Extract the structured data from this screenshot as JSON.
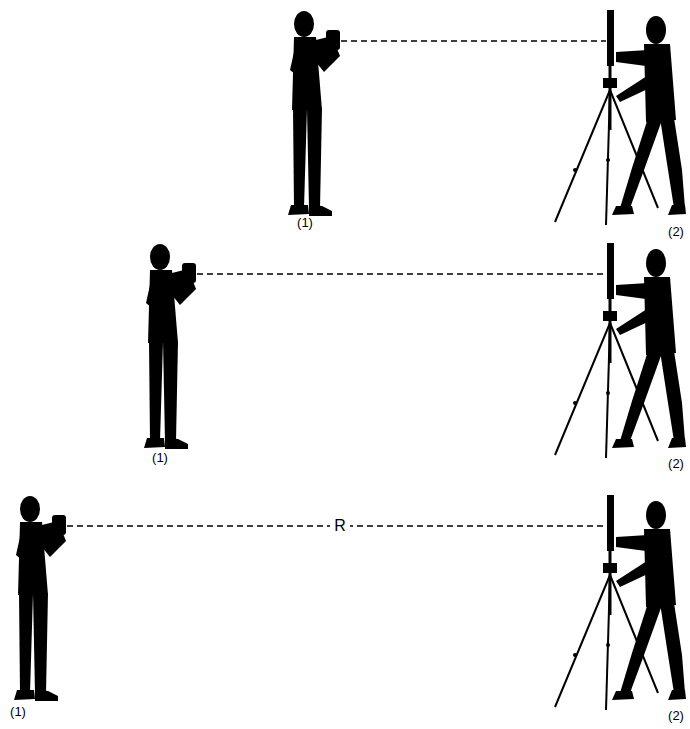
{
  "diagram": {
    "labels": [
      "(1)",
      "(2)",
      "(1)",
      "(2)",
      "R",
      "(1)",
      "(2)"
    ]
  }
}
